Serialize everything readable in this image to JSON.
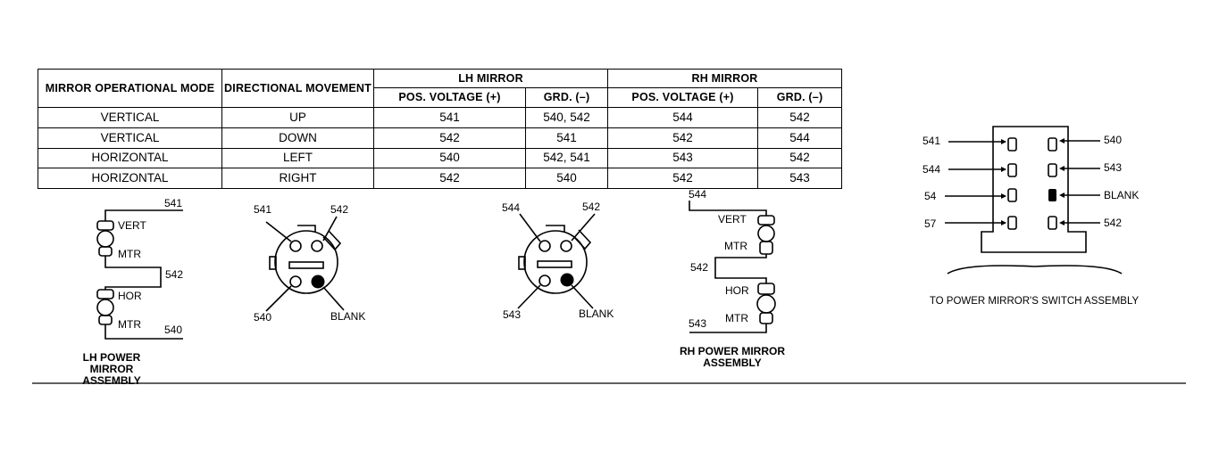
{
  "table": {
    "headers": {
      "mode": "MIRROR OPERATIONAL MODE",
      "movement": "DIRECTIONAL MOVEMENT",
      "lh": "LH MIRROR",
      "rh": "RH MIRROR",
      "lh_pos": "POS. VOLTAGE (+)",
      "lh_grd": "GRD. (–)",
      "rh_pos": "POS. VOLTAGE (+)",
      "rh_grd": "GRD. (–)"
    },
    "rows": [
      {
        "mode": "VERTICAL",
        "move": "UP",
        "lh_pos": "541",
        "lh_grd": "540, 542",
        "rh_pos": "544",
        "rh_grd": "542"
      },
      {
        "mode": "VERTICAL",
        "move": "DOWN",
        "lh_pos": "542",
        "lh_grd": "541",
        "rh_pos": "542",
        "rh_grd": "544"
      },
      {
        "mode": "HORIZONTAL",
        "move": "LEFT",
        "lh_pos": "540",
        "lh_grd": "542, 541",
        "rh_pos": "543",
        "rh_grd": "542"
      },
      {
        "mode": "HORIZONTAL",
        "move": "RIGHT",
        "lh_pos": "542",
        "lh_grd": "540",
        "rh_pos": "542",
        "rh_grd": "543"
      }
    ]
  },
  "lh_assembly": {
    "w_top": "541",
    "vert": "VERT",
    "mtr1": "MTR",
    "w_mid": "542",
    "hor": "HOR",
    "mtr2": "MTR",
    "w_bot": "540",
    "title": "LH POWER MIRROR ASSEMBLY"
  },
  "lh_connector": {
    "tl": "541",
    "tr": "542",
    "bl": "540",
    "br": "BLANK"
  },
  "rh_connector": {
    "tl": "544",
    "tr": "542",
    "bl": "543",
    "br": "BLANK"
  },
  "rh_assembly": {
    "w_top": "544",
    "vert": "VERT",
    "mtr1": "MTR",
    "w_mid": "542",
    "hor": "HOR",
    "mtr2": "MTR",
    "w_bot": "543",
    "title": "RH POWER MIRROR ASSEMBLY"
  },
  "switch": {
    "left": [
      "541",
      "544",
      "54",
      "57"
    ],
    "right": [
      "540",
      "543",
      "BLANK",
      "542"
    ],
    "caption": "TO POWER MIRROR'S SWITCH ASSEMBLY"
  }
}
